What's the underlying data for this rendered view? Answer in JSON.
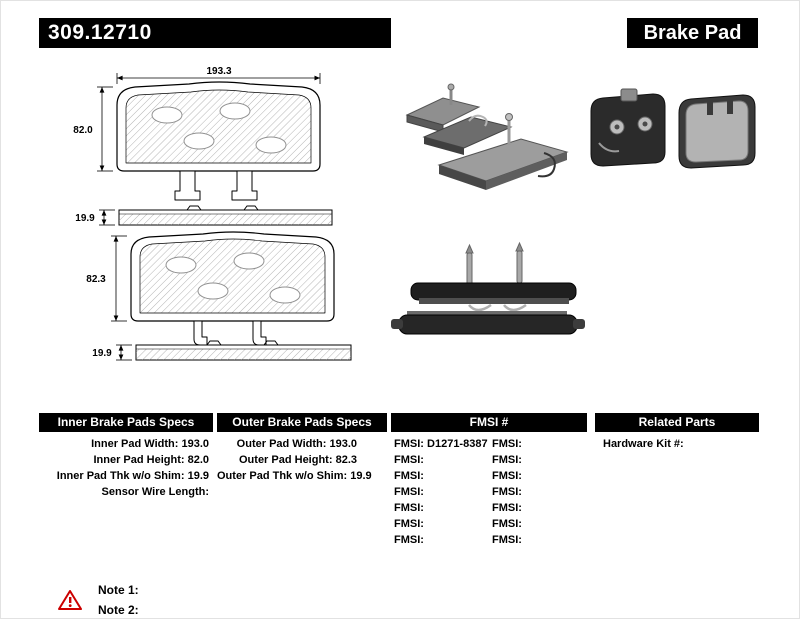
{
  "header": {
    "part_number": "309.12710",
    "product_name": "Brake Pad"
  },
  "diagram": {
    "dims": {
      "inner_width": "193.3",
      "inner_height": "82.0",
      "inner_thickness": "19.9",
      "outer_height": "82.3",
      "outer_thickness": "19.9"
    }
  },
  "specs": {
    "inner": {
      "header": "Inner Brake Pads Specs",
      "rows": [
        {
          "label": "Inner Pad Width:",
          "value": "193.0"
        },
        {
          "label": "Inner Pad Height:",
          "value": "82.0"
        },
        {
          "label": "Inner Pad Thk w/o Shim:",
          "value": "19.9"
        },
        {
          "label": "Sensor Wire Length:",
          "value": ""
        }
      ]
    },
    "outer": {
      "header": "Outer Brake Pads Specs",
      "rows": [
        {
          "label": "Outer Pad Width:",
          "value": "193.0"
        },
        {
          "label": "Outer Pad Height:",
          "value": "82.3"
        },
        {
          "label": "Outer Pad Thk w/o Shim:",
          "value": "19.9"
        }
      ]
    },
    "fmsi": {
      "header": "FMSI #",
      "left": [
        {
          "label": "FMSI:",
          "value": "D1271-8387"
        },
        {
          "label": "FMSI:",
          "value": ""
        },
        {
          "label": "FMSI:",
          "value": ""
        },
        {
          "label": "FMSI:",
          "value": ""
        },
        {
          "label": "FMSI:",
          "value": ""
        },
        {
          "label": "FMSI:",
          "value": ""
        },
        {
          "label": "FMSI:",
          "value": ""
        }
      ],
      "right": [
        {
          "label": "FMSI:",
          "value": ""
        },
        {
          "label": "FMSI:",
          "value": ""
        },
        {
          "label": "FMSI:",
          "value": ""
        },
        {
          "label": "FMSI:",
          "value": ""
        },
        {
          "label": "FMSI:",
          "value": ""
        },
        {
          "label": "FMSI:",
          "value": ""
        },
        {
          "label": "FMSI:",
          "value": ""
        }
      ]
    },
    "related": {
      "header": "Related Parts",
      "rows": [
        {
          "label": "Hardware Kit #:",
          "value": ""
        }
      ]
    }
  },
  "notes": {
    "note1": "Note 1:",
    "note2": "Note 2:"
  }
}
